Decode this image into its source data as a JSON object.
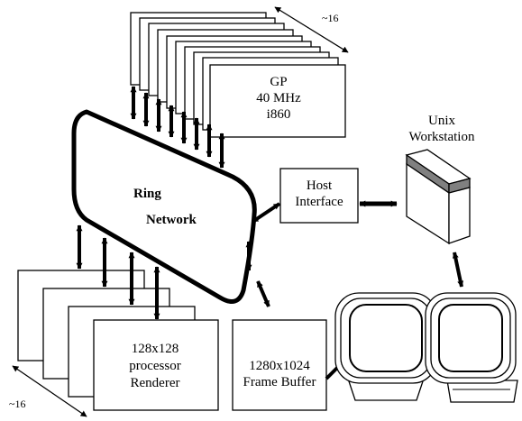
{
  "gp": {
    "line1": "GP",
    "line2": "40 MHz",
    "line3": "i860",
    "count": "~16"
  },
  "ring": {
    "label1": "Ring",
    "label2": "Network"
  },
  "host_interface": {
    "line1": "Host",
    "line2": "Interface"
  },
  "workstation": {
    "line1": "Unix",
    "line2": "Workstation"
  },
  "renderer": {
    "line1": "128x128",
    "line2": "processor",
    "line3": "Renderer",
    "count": "~16"
  },
  "frame_buffer": {
    "line1": "1280x1024",
    "line2": "Frame Buffer"
  },
  "colors": {
    "stroke": "#000000",
    "background": "#ffffff",
    "workstation_band": "#808080"
  }
}
